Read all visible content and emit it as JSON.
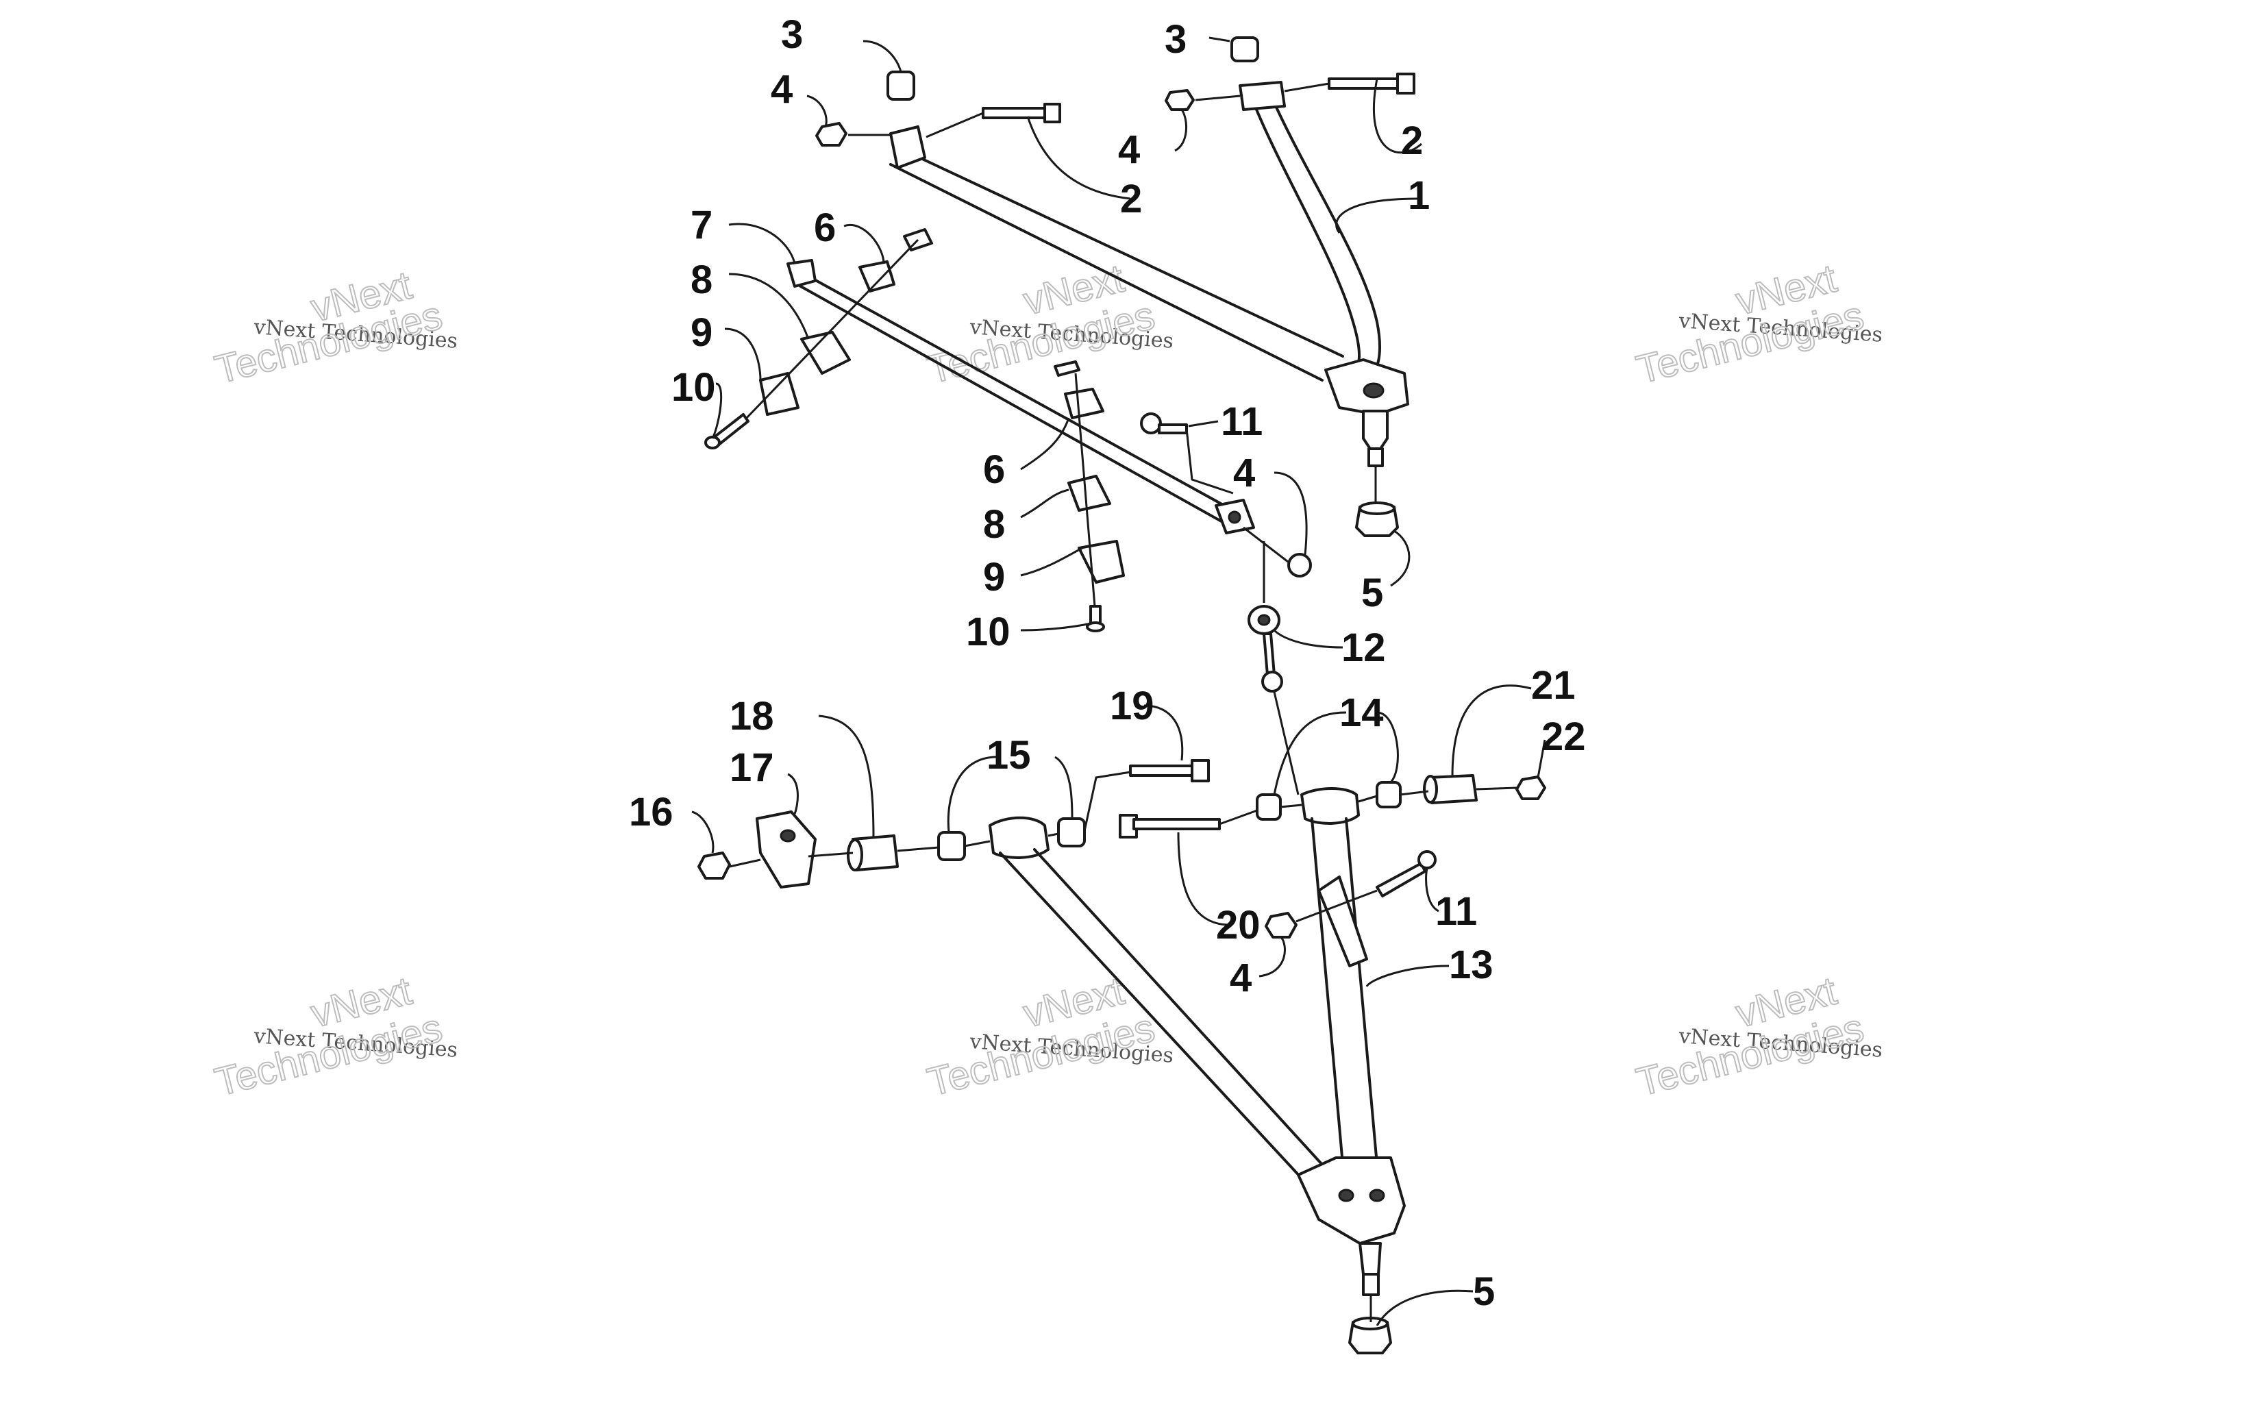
{
  "watermark": {
    "brand_line": "vNext",
    "small_line": "vNext Technologies",
    "big_line": "Technologies"
  },
  "callouts": {
    "c1": "1",
    "c2a": "2",
    "c2b": "2",
    "c3a": "3",
    "c3b": "3",
    "c4a": "4",
    "c4b": "4",
    "c4c": "4",
    "c4d": "4",
    "c5a": "5",
    "c5b": "5",
    "c6a": "6",
    "c6b": "6",
    "c7": "7",
    "c8a": "8",
    "c8b": "8",
    "c9a": "9",
    "c9b": "9",
    "c10a": "10",
    "c10b": "10",
    "c11a": "11",
    "c11b": "11",
    "c12": "12",
    "c13": "13",
    "c14": "14",
    "c15": "15",
    "c16": "16",
    "c17": "17",
    "c18": "18",
    "c19": "19",
    "c20": "20",
    "c21": "21",
    "c22": "22"
  }
}
